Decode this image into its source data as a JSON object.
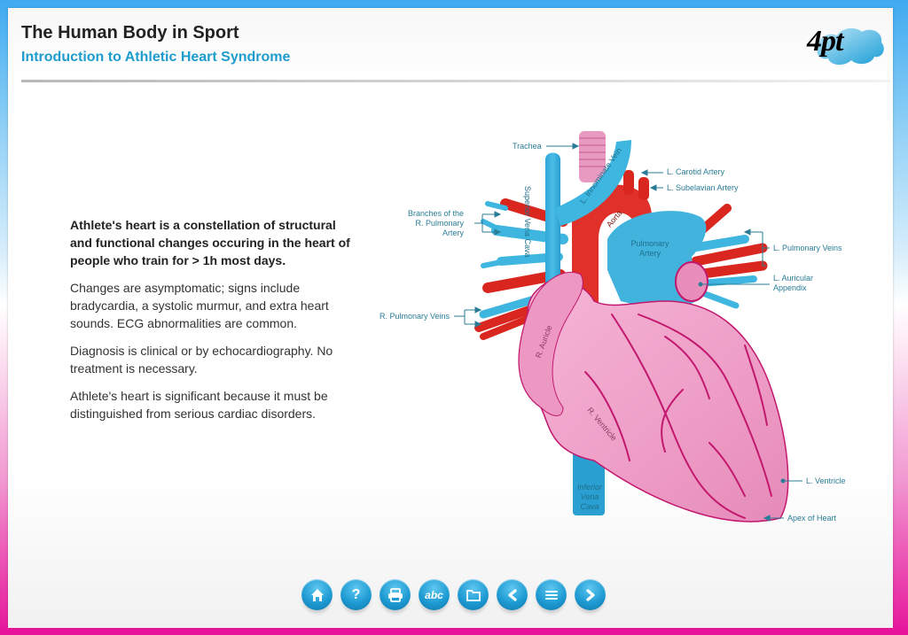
{
  "header": {
    "title": "The Human Body in Sport",
    "subtitle": "Introduction to Athletic Heart Syndrome",
    "logo_text": "4pt"
  },
  "content": {
    "paragraphs": [
      "Athlete's heart is a constellation of structural and functional changes occuring in the heart of people who train for > 1h most days.",
      "Changes are asymptomatic; signs include bradycardia, a systolic murmur, and extra heart sounds. ECG abnormalities are common.",
      "Diagnosis is clinical or by echocardiography. No treatment is necessary.",
      "Athlete's heart is significant because it must be distinguished from serious cardiac disorders."
    ]
  },
  "diagram": {
    "callouts": {
      "trachea": "Trachea",
      "l_carotid_artery": "L. Carotid Artery",
      "l_subclavian_artery": "L. Subelavian Artery",
      "branches_r_pulmonary_artery": "Branches of the\nR. Pulmonary\nArtery",
      "l_pulmonary_veins": "L. Pulmonary Veins",
      "l_auricular_appendix": "L. Auricular\nAppendix",
      "r_pulmonary_veins": "R. Pulmonary Veins",
      "l_ventricle": "L. Ventricle",
      "apex_of_heart": "Apex of Heart"
    },
    "inline_labels": {
      "superior_vena_cava": "Superior Vena Cava",
      "l_innominate_vein": "L. Innominate Vein",
      "aorta": "Aorta",
      "pulmonary_artery": "Pulmonary Artery",
      "r_auricle": "R. Auricle",
      "r_ventricle": "R. Ventricle",
      "inferior_vena_cava": "Inferior Vena Cava"
    },
    "colors": {
      "vein_blue": "#3eb6df",
      "artery_red": "#e0302a",
      "heart_pink": "#ef9fc6",
      "vessel_line": "#c2186e",
      "label_teal": "#2b7d97"
    }
  },
  "toolbar": {
    "buttons": [
      {
        "id": "home",
        "icon": "home-icon",
        "label": "Home"
      },
      {
        "id": "help",
        "icon": "question-icon",
        "label": "?"
      },
      {
        "id": "print",
        "icon": "printer-icon",
        "label": "Print"
      },
      {
        "id": "glossary",
        "icon": "abc-icon",
        "label": "abc"
      },
      {
        "id": "resources",
        "icon": "folder-icon",
        "label": "Resources"
      },
      {
        "id": "back",
        "icon": "chevron-left-icon",
        "label": "Back"
      },
      {
        "id": "menu",
        "icon": "menu-icon",
        "label": "Menu"
      },
      {
        "id": "next",
        "icon": "chevron-right-icon",
        "label": "Next"
      }
    ]
  },
  "theme": {
    "title_color": "#222222",
    "subtitle_color": "#1d9ccd",
    "border_top": "#3eaaf0",
    "border_bottom": "#e5149a",
    "button_blue": "#1f9bd3"
  }
}
